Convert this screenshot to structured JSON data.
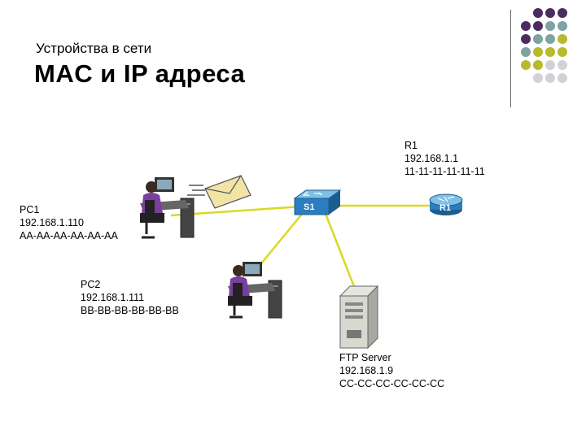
{
  "header": {
    "subtitle": "Устройства в сети",
    "title": "MAC и IP адреса"
  },
  "colors": {
    "purple": "#4B2C5E",
    "teal": "#7FA2A2",
    "olive": "#B7B92E",
    "gray": "#D2D2D6",
    "link": "#D9D924"
  },
  "devices": {
    "r1": {
      "icon_label": "R1",
      "name": "R1",
      "ip": "192.168.1.1",
      "mac": "11-11-11-11-11-11"
    },
    "s1": {
      "icon_label": "S1"
    },
    "pc1": {
      "name": "PC1",
      "ip": "192.168.1.110",
      "mac": "AA-AA-AA-AA-AA-AA"
    },
    "pc2": {
      "name": "PC2",
      "ip": "192.168.1.111",
      "mac": "BB-BB-BB-BB-BB-BB"
    },
    "ftp": {
      "name": "FTP Server",
      "ip": "192.168.1.9",
      "mac": "CC-CC-CC-CC-CC-CC"
    }
  }
}
